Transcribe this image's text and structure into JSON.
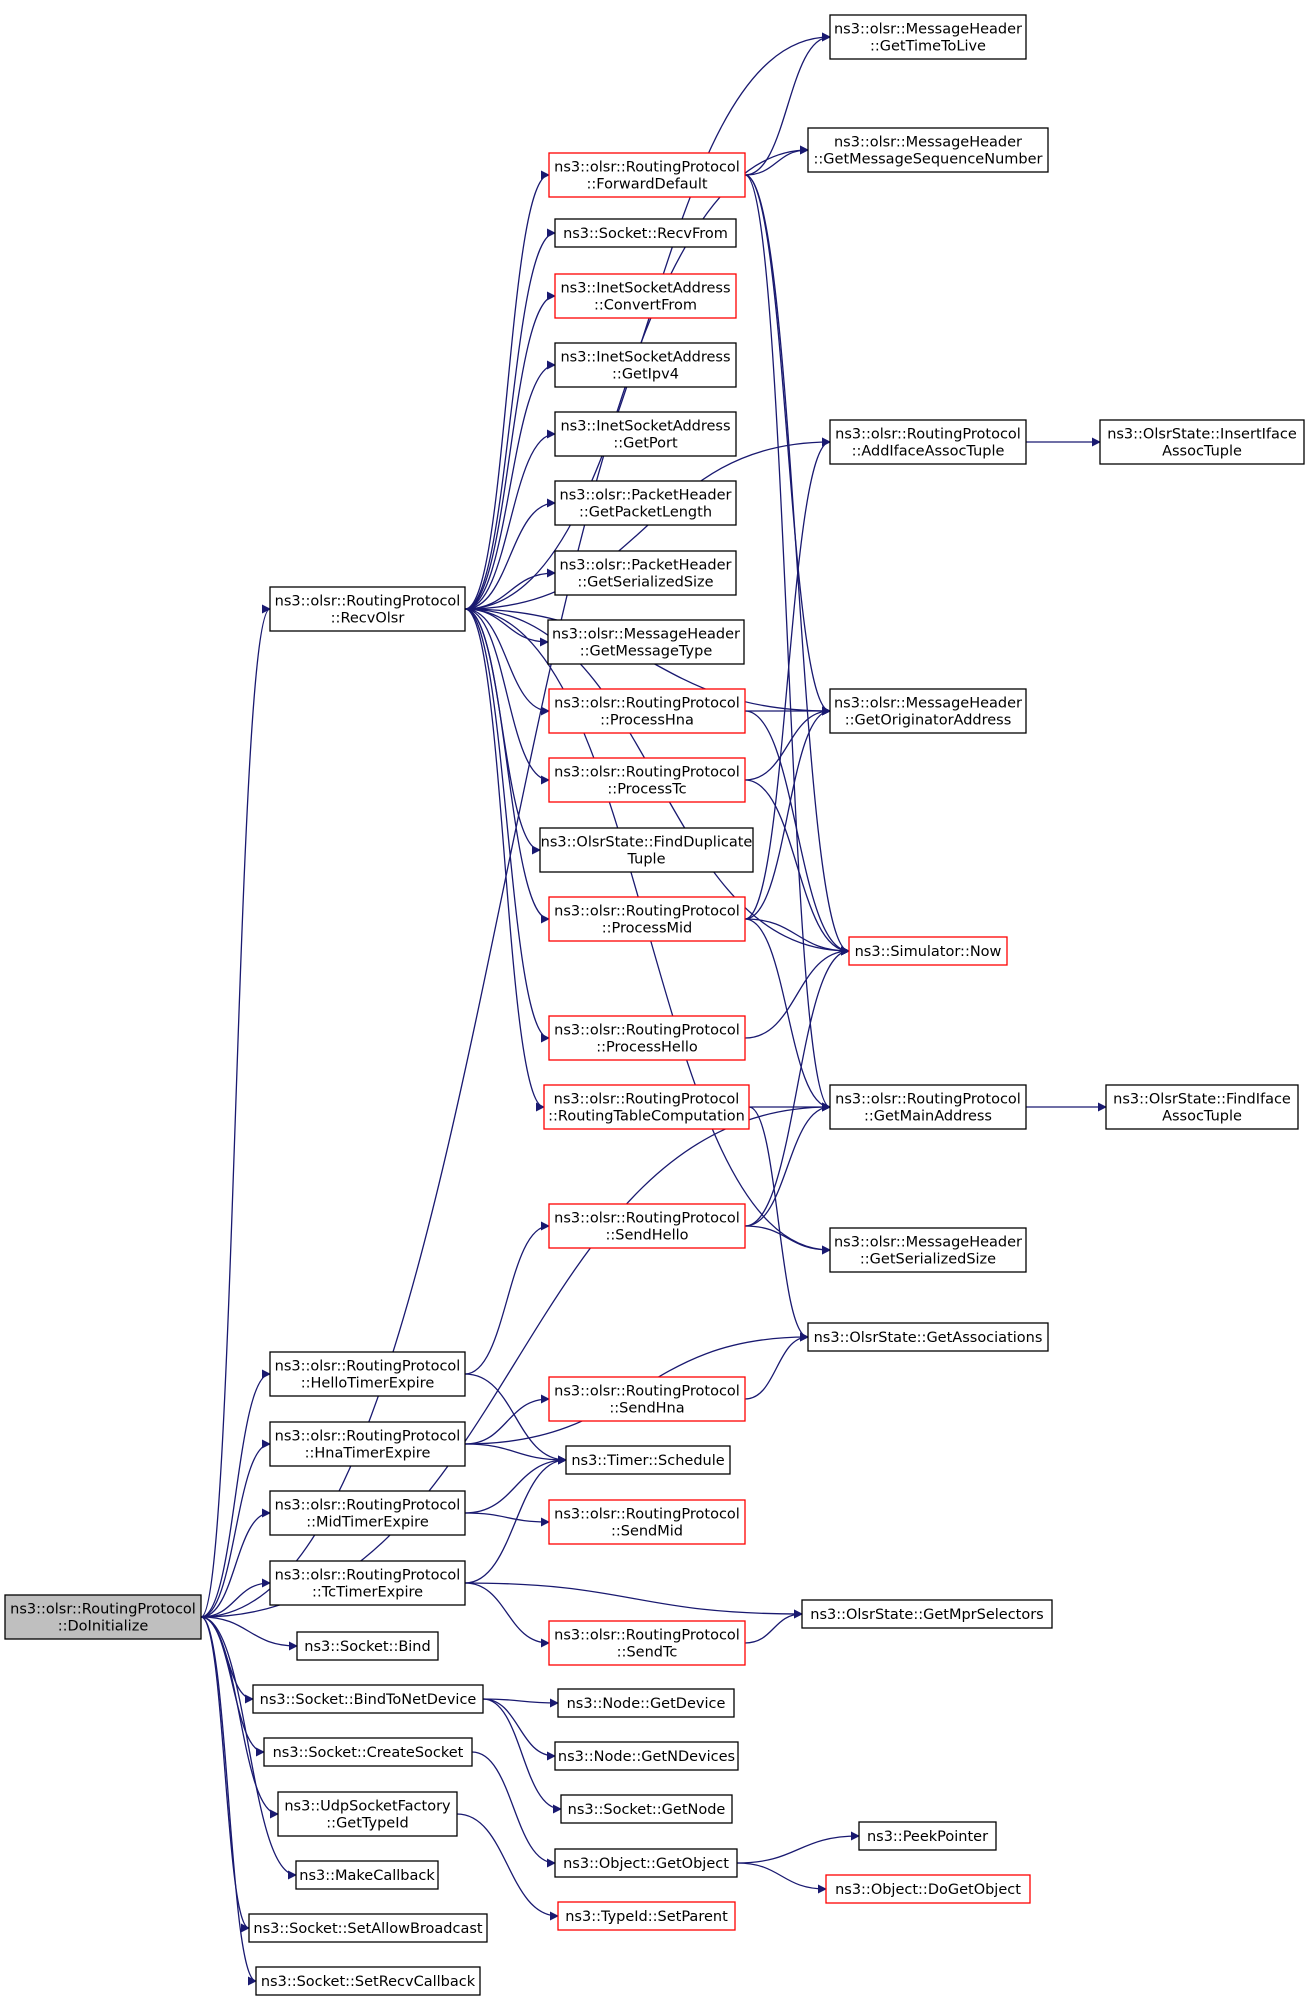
{
  "colors": {
    "edge": "#191970",
    "node_border": "#000000",
    "node_border_red": "#ff0000",
    "root_fill": "#bfbfbf",
    "node_fill": "#ffffff"
  },
  "nodes": [
    {
      "id": "n_doinit",
      "lines": [
        "ns3::olsr::RoutingProtocol",
        "::DoInitialize"
      ],
      "style": "root"
    },
    {
      "id": "n_recvolsr",
      "lines": [
        "ns3::olsr::RoutingProtocol",
        "::RecvOlsr"
      ],
      "style": "black"
    },
    {
      "id": "n_gettimetolive",
      "lines": [
        "ns3::olsr::MessageHeader",
        "::GetTimeToLive"
      ],
      "style": "black"
    },
    {
      "id": "n_getmsgseq",
      "lines": [
        "ns3::olsr::MessageHeader",
        "::GetMessageSequenceNumber"
      ],
      "style": "black"
    },
    {
      "id": "n_forwarddefault",
      "lines": [
        "ns3::olsr::RoutingProtocol",
        "::ForwardDefault"
      ],
      "style": "red"
    },
    {
      "id": "n_recvfrom",
      "lines": [
        "ns3::Socket::RecvFrom"
      ],
      "style": "black"
    },
    {
      "id": "n_convertfrom",
      "lines": [
        "ns3::InetSocketAddress",
        "::ConvertFrom"
      ],
      "style": "red"
    },
    {
      "id": "n_getipv4",
      "lines": [
        "ns3::InetSocketAddress",
        "::GetIpv4"
      ],
      "style": "black"
    },
    {
      "id": "n_getport",
      "lines": [
        "ns3::InetSocketAddress",
        "::GetPort"
      ],
      "style": "black"
    },
    {
      "id": "n_getpacketlength",
      "lines": [
        "ns3::olsr::PacketHeader",
        "::GetPacketLength"
      ],
      "style": "black"
    },
    {
      "id": "n_pkt_getserializedsize",
      "lines": [
        "ns3::olsr::PacketHeader",
        "::GetSerializedSize"
      ],
      "style": "black"
    },
    {
      "id": "n_getmessagetype",
      "lines": [
        "ns3::olsr::MessageHeader",
        "::GetMessageType"
      ],
      "style": "black"
    },
    {
      "id": "n_processhna",
      "lines": [
        "ns3::olsr::RoutingProtocol",
        "::ProcessHna"
      ],
      "style": "red"
    },
    {
      "id": "n_processtc",
      "lines": [
        "ns3::olsr::RoutingProtocol",
        "::ProcessTc"
      ],
      "style": "red"
    },
    {
      "id": "n_findduplicate",
      "lines": [
        "ns3::OlsrState::FindDuplicate",
        "Tuple"
      ],
      "style": "black"
    },
    {
      "id": "n_processmid",
      "lines": [
        "ns3::olsr::RoutingProtocol",
        "::ProcessMid"
      ],
      "style": "red"
    },
    {
      "id": "n_processhello",
      "lines": [
        "ns3::olsr::RoutingProtocol",
        "::ProcessHello"
      ],
      "style": "red"
    },
    {
      "id": "n_routingtablecomp",
      "lines": [
        "ns3::olsr::RoutingProtocol",
        "::RoutingTableComputation"
      ],
      "style": "red"
    },
    {
      "id": "n_sendhello",
      "lines": [
        "ns3::olsr::RoutingProtocol",
        "::SendHello"
      ],
      "style": "red"
    },
    {
      "id": "n_addifaceassoc",
      "lines": [
        "ns3::olsr::RoutingProtocol",
        "::AddIfaceAssocTuple"
      ],
      "style": "black"
    },
    {
      "id": "n_insertifaceassoc",
      "lines": [
        "ns3::OlsrState::InsertIface",
        "AssocTuple"
      ],
      "style": "black"
    },
    {
      "id": "n_getoriginator",
      "lines": [
        "ns3::olsr::MessageHeader",
        "::GetOriginatorAddress"
      ],
      "style": "black"
    },
    {
      "id": "n_now",
      "lines": [
        "ns3::Simulator::Now"
      ],
      "style": "red"
    },
    {
      "id": "n_getmainaddress",
      "lines": [
        "ns3::olsr::RoutingProtocol",
        "::GetMainAddress"
      ],
      "style": "black"
    },
    {
      "id": "n_findifaceassoc",
      "lines": [
        "ns3::OlsrState::FindIface",
        "AssocTuple"
      ],
      "style": "black"
    },
    {
      "id": "n_msg_getserializedsize",
      "lines": [
        "ns3::olsr::MessageHeader",
        "::GetSerializedSize"
      ],
      "style": "black"
    },
    {
      "id": "n_getassociations",
      "lines": [
        "ns3::OlsrState::GetAssociations"
      ],
      "style": "black"
    },
    {
      "id": "n_hellotimerexpire",
      "lines": [
        "ns3::olsr::RoutingProtocol",
        "::HelloTimerExpire"
      ],
      "style": "black"
    },
    {
      "id": "n_hnatimerexpire",
      "lines": [
        "ns3::olsr::RoutingProtocol",
        "::HnaTimerExpire"
      ],
      "style": "black"
    },
    {
      "id": "n_sendhna",
      "lines": [
        "ns3::olsr::RoutingProtocol",
        "::SendHna"
      ],
      "style": "red"
    },
    {
      "id": "n_schedule",
      "lines": [
        "ns3::Timer::Schedule"
      ],
      "style": "black"
    },
    {
      "id": "n_midtimerexpire",
      "lines": [
        "ns3::olsr::RoutingProtocol",
        "::MidTimerExpire"
      ],
      "style": "black"
    },
    {
      "id": "n_sendmid",
      "lines": [
        "ns3::olsr::RoutingProtocol",
        "::SendMid"
      ],
      "style": "red"
    },
    {
      "id": "n_tctimerexpire",
      "lines": [
        "ns3::olsr::RoutingProtocol",
        "::TcTimerExpire"
      ],
      "style": "black"
    },
    {
      "id": "n_getmprselectors",
      "lines": [
        "ns3::OlsrState::GetMprSelectors"
      ],
      "style": "black"
    },
    {
      "id": "n_sendtc",
      "lines": [
        "ns3::olsr::RoutingProtocol",
        "::SendTc"
      ],
      "style": "red"
    },
    {
      "id": "n_bind",
      "lines": [
        "ns3::Socket::Bind"
      ],
      "style": "black"
    },
    {
      "id": "n_bindtonetdevice",
      "lines": [
        "ns3::Socket::BindToNetDevice"
      ],
      "style": "black"
    },
    {
      "id": "n_getdevice",
      "lines": [
        "ns3::Node::GetDevice"
      ],
      "style": "black"
    },
    {
      "id": "n_getndevices",
      "lines": [
        "ns3::Node::GetNDevices"
      ],
      "style": "black"
    },
    {
      "id": "n_createsocket",
      "lines": [
        "ns3::Socket::CreateSocket"
      ],
      "style": "black"
    },
    {
      "id": "n_getnode",
      "lines": [
        "ns3::Socket::GetNode"
      ],
      "style": "black"
    },
    {
      "id": "n_udpgettypeid",
      "lines": [
        "ns3::UdpSocketFactory",
        "::GetTypeId"
      ],
      "style": "black"
    },
    {
      "id": "n_getobject",
      "lines": [
        "ns3::Object::GetObject"
      ],
      "style": "black"
    },
    {
      "id": "n_peekpointer",
      "lines": [
        "ns3::PeekPointer"
      ],
      "style": "black"
    },
    {
      "id": "n_dogetobject",
      "lines": [
        "ns3::Object::DoGetObject"
      ],
      "style": "red"
    },
    {
      "id": "n_makecallback",
      "lines": [
        "ns3::MakeCallback"
      ],
      "style": "black"
    },
    {
      "id": "n_setparent",
      "lines": [
        "ns3::TypeId::SetParent"
      ],
      "style": "red"
    },
    {
      "id": "n_setallowbroadcast",
      "lines": [
        "ns3::Socket::SetAllowBroadcast"
      ],
      "style": "black"
    },
    {
      "id": "n_setrecvcallback",
      "lines": [
        "ns3::Socket::SetRecvCallback"
      ],
      "style": "black"
    }
  ],
  "edges": [
    {
      "from": "n_doinit",
      "to": "n_recvolsr"
    },
    {
      "from": "n_doinit",
      "to": "n_getmsgseq"
    },
    {
      "from": "n_doinit",
      "to": "n_getmainaddress"
    },
    {
      "from": "n_doinit",
      "to": "n_hellotimerexpire"
    },
    {
      "from": "n_doinit",
      "to": "n_hnatimerexpire"
    },
    {
      "from": "n_doinit",
      "to": "n_midtimerexpire"
    },
    {
      "from": "n_doinit",
      "to": "n_tctimerexpire"
    },
    {
      "from": "n_doinit",
      "to": "n_bind"
    },
    {
      "from": "n_doinit",
      "to": "n_bindtonetdevice"
    },
    {
      "from": "n_doinit",
      "to": "n_createsocket"
    },
    {
      "from": "n_doinit",
      "to": "n_udpgettypeid"
    },
    {
      "from": "n_doinit",
      "to": "n_makecallback"
    },
    {
      "from": "n_doinit",
      "to": "n_setallowbroadcast"
    },
    {
      "from": "n_doinit",
      "to": "n_setrecvcallback"
    },
    {
      "from": "n_recvolsr",
      "to": "n_gettimetolive"
    },
    {
      "from": "n_recvolsr",
      "to": "n_forwarddefault"
    },
    {
      "from": "n_recvolsr",
      "to": "n_recvfrom"
    },
    {
      "from": "n_recvolsr",
      "to": "n_convertfrom"
    },
    {
      "from": "n_recvolsr",
      "to": "n_getipv4"
    },
    {
      "from": "n_recvolsr",
      "to": "n_getport"
    },
    {
      "from": "n_recvolsr",
      "to": "n_getpacketlength"
    },
    {
      "from": "n_recvolsr",
      "to": "n_pkt_getserializedsize"
    },
    {
      "from": "n_recvolsr",
      "to": "n_getmessagetype"
    },
    {
      "from": "n_recvolsr",
      "to": "n_processhna"
    },
    {
      "from": "n_recvolsr",
      "to": "n_processtc"
    },
    {
      "from": "n_recvolsr",
      "to": "n_findduplicate"
    },
    {
      "from": "n_recvolsr",
      "to": "n_processmid"
    },
    {
      "from": "n_recvolsr",
      "to": "n_processhello"
    },
    {
      "from": "n_recvolsr",
      "to": "n_routingtablecomp"
    },
    {
      "from": "n_recvolsr",
      "to": "n_addifaceassoc"
    },
    {
      "from": "n_recvolsr",
      "to": "n_getoriginator"
    },
    {
      "from": "n_recvolsr",
      "to": "n_now"
    },
    {
      "from": "n_recvolsr",
      "to": "n_msg_getserializedsize"
    },
    {
      "from": "n_forwarddefault",
      "to": "n_gettimetolive"
    },
    {
      "from": "n_forwarddefault",
      "to": "n_getmsgseq"
    },
    {
      "from": "n_forwarddefault",
      "to": "n_getoriginator"
    },
    {
      "from": "n_forwarddefault",
      "to": "n_now"
    },
    {
      "from": "n_forwarddefault",
      "to": "n_getmainaddress"
    },
    {
      "from": "n_processhna",
      "to": "n_getoriginator"
    },
    {
      "from": "n_processhna",
      "to": "n_now"
    },
    {
      "from": "n_processtc",
      "to": "n_getoriginator"
    },
    {
      "from": "n_processtc",
      "to": "n_now"
    },
    {
      "from": "n_processmid",
      "to": "n_addifaceassoc"
    },
    {
      "from": "n_processmid",
      "to": "n_getoriginator"
    },
    {
      "from": "n_processmid",
      "to": "n_now"
    },
    {
      "from": "n_processmid",
      "to": "n_getmainaddress"
    },
    {
      "from": "n_processhello",
      "to": "n_now"
    },
    {
      "from": "n_routingtablecomp",
      "to": "n_getmainaddress"
    },
    {
      "from": "n_routingtablecomp",
      "to": "n_getassociations"
    },
    {
      "from": "n_sendhello",
      "to": "n_now"
    },
    {
      "from": "n_sendhello",
      "to": "n_getmainaddress"
    },
    {
      "from": "n_sendhello",
      "to": "n_msg_getserializedsize"
    },
    {
      "from": "n_addifaceassoc",
      "to": "n_insertifaceassoc"
    },
    {
      "from": "n_getmainaddress",
      "to": "n_findifaceassoc"
    },
    {
      "from": "n_hellotimerexpire",
      "to": "n_sendhello"
    },
    {
      "from": "n_hellotimerexpire",
      "to": "n_schedule"
    },
    {
      "from": "n_hnatimerexpire",
      "to": "n_getassociations"
    },
    {
      "from": "n_hnatimerexpire",
      "to": "n_sendhna"
    },
    {
      "from": "n_hnatimerexpire",
      "to": "n_schedule"
    },
    {
      "from": "n_sendhna",
      "to": "n_getassociations"
    },
    {
      "from": "n_midtimerexpire",
      "to": "n_schedule"
    },
    {
      "from": "n_midtimerexpire",
      "to": "n_sendmid"
    },
    {
      "from": "n_tctimerexpire",
      "to": "n_schedule"
    },
    {
      "from": "n_tctimerexpire",
      "to": "n_getmprselectors"
    },
    {
      "from": "n_tctimerexpire",
      "to": "n_sendtc"
    },
    {
      "from": "n_sendtc",
      "to": "n_getmprselectors"
    },
    {
      "from": "n_bindtonetdevice",
      "to": "n_getdevice"
    },
    {
      "from": "n_bindtonetdevice",
      "to": "n_getndevices"
    },
    {
      "from": "n_bindtonetdevice",
      "to": "n_getnode"
    },
    {
      "from": "n_createsocket",
      "to": "n_getobject"
    },
    {
      "from": "n_udpgettypeid",
      "to": "n_setparent"
    },
    {
      "from": "n_getobject",
      "to": "n_peekpointer"
    },
    {
      "from": "n_getobject",
      "to": "n_dogetobject"
    }
  ]
}
